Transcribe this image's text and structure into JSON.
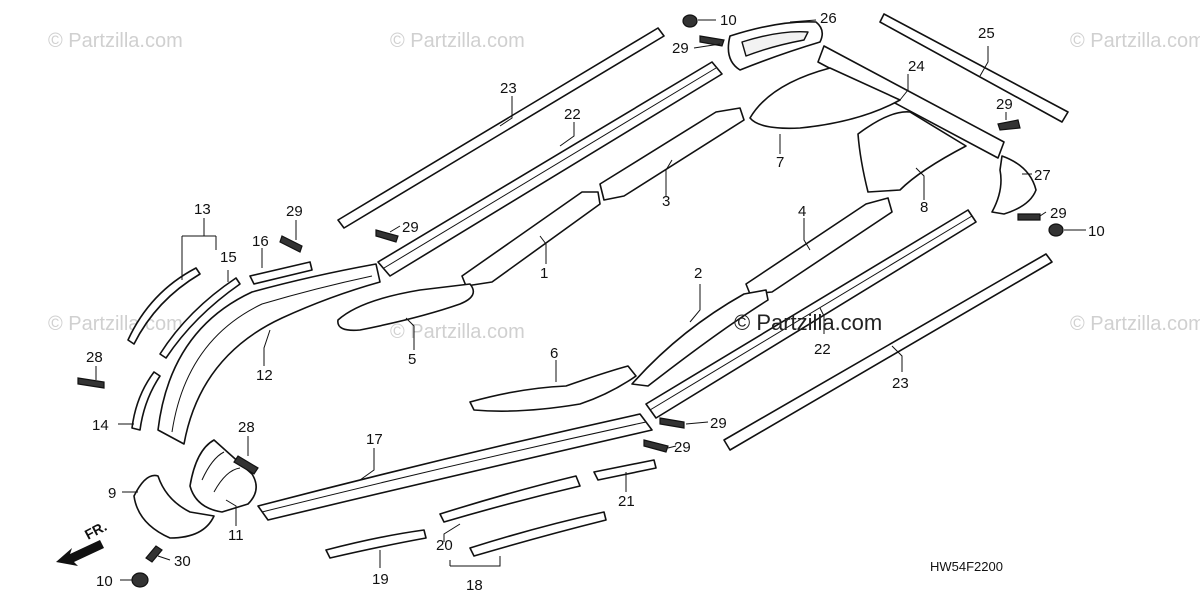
{
  "watermarks": [
    "© Partzilla.com",
    "© Partzilla.com",
    "© Partzilla.com",
    "© Partzilla.com",
    "© Partzilla.com",
    "© Partzilla.com"
  ],
  "main_watermark": "© Partzilla.com",
  "diagram_code": "HW54F2200",
  "direction_marker": "FR.",
  "callouts": {
    "c10a": "10",
    "c26": "26",
    "c29a": "29",
    "c25": "25",
    "c23a": "23",
    "c22a": "22",
    "c24": "24",
    "c29b": "29",
    "c7": "7",
    "c3": "3",
    "c27": "27",
    "c8": "8",
    "c29c": "29",
    "c10b": "10",
    "c13": "13",
    "c29d": "29",
    "c29e": "29",
    "c16": "16",
    "c15": "15",
    "c4": "4",
    "c1": "1",
    "c2": "2",
    "c22b": "22",
    "c5": "5",
    "c12": "12",
    "c6": "6",
    "c23b": "23",
    "c28a": "28",
    "c14": "14",
    "c29f": "29",
    "c29g": "29",
    "c17": "17",
    "c28b": "28",
    "c9": "9",
    "c21": "21",
    "c11": "11",
    "c20": "20",
    "c30": "30",
    "c19": "19",
    "c18": "18",
    "c10c": "10"
  }
}
